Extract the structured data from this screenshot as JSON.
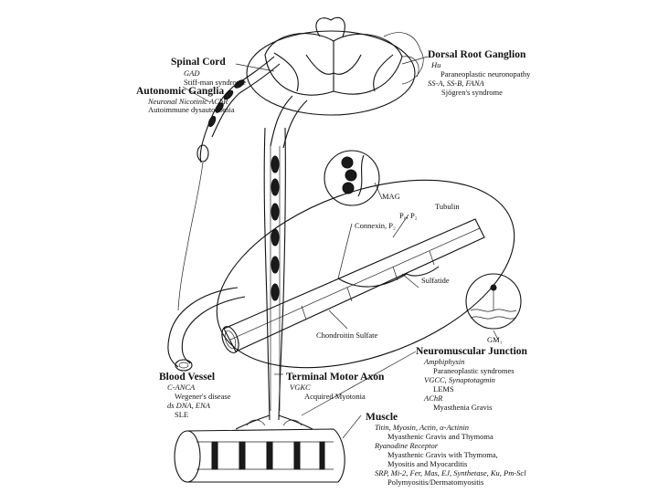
{
  "labels": {
    "spinal_cord": {
      "title": "Spinal Cord",
      "antigen": "GAD",
      "disease": "Stiff-man syndrome"
    },
    "autonomic_ganglia": {
      "title": "Autonomic Ganglia",
      "antigen": "Neuronal Nicotinic AChR",
      "disease": "Autoimmune dysautonomia"
    },
    "dorsal_root_ganglion": {
      "title": "Dorsal Root Ganglion",
      "antigen": "Hu",
      "disease1": "Paraneoplastic neuronopathy",
      "antigen2": "SS-A, SS-B, FANA",
      "disease2": "Sjögren's syndrome"
    },
    "mag": "MAG",
    "tubulin": "Tubulin",
    "p0_p2": "P₀, P₂",
    "connexin": "Connexin, P₂",
    "sulfatide": "Sulfatide",
    "gm1": "GM₁",
    "chondroitin": "Chondroitin Sulfate",
    "neuromuscular_junction": {
      "title": "Neuromuscular Junction",
      "lines": [
        {
          "text": "Amphiphysin",
          "italic": true
        },
        {
          "text": "Paraneoplastic syndromes",
          "italic": false
        },
        {
          "text": "VGCC, Synaptotagmin",
          "italic": true
        },
        {
          "text": "LEMS",
          "italic": false
        },
        {
          "text": "AChR",
          "italic": true
        },
        {
          "text": "Myasthenia Gravis",
          "italic": false
        }
      ]
    },
    "blood_vessel": {
      "title": "Blood Vessel",
      "lines": [
        "C-ANCA",
        "Wegener's disease",
        "ds DNA, ENA",
        "SLE"
      ]
    },
    "terminal_motor_axon": {
      "title": "Terminal Motor Axon",
      "antigen": "VGKC",
      "disease": "Acquired Myotonia"
    },
    "muscle": {
      "title": "Muscle",
      "lines": [
        {
          "text": "Titin, Myosin, Actin, α-Actinin",
          "italic": true
        },
        {
          "text": "Myasthenic Gravis and Thymoma",
          "italic": false
        },
        {
          "text": "Ryanodine Receptor",
          "italic": true
        },
        {
          "text": "Myasthenic Gravis with Thymoma,",
          "italic": false
        },
        {
          "text": "Myositis and Myocarditis",
          "italic": false
        },
        {
          "text": "SRP, Mi-2, Fer, Mas, EJ, Synthetase, Ku, Pm-Scl",
          "italic": true
        },
        {
          "text": "Polymyositis/Dermatomyositis",
          "italic": false
        }
      ]
    }
  }
}
